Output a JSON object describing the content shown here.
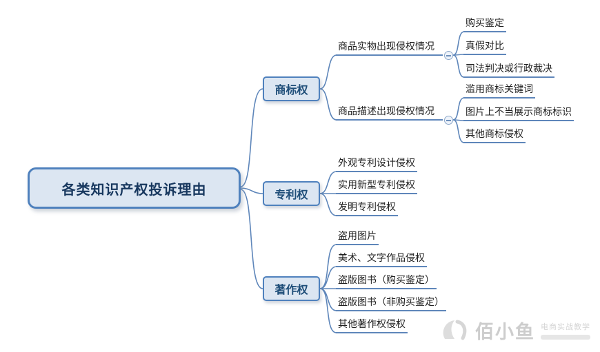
{
  "root": {
    "label": "各类知识产权投诉理由"
  },
  "branches": [
    {
      "label": "商标权",
      "children": [
        {
          "label": "商品实物出现侵权情况",
          "children": [
            {
              "label": "购买鉴定"
            },
            {
              "label": "真假对比"
            },
            {
              "label": "司法判决或行政裁决"
            }
          ]
        },
        {
          "label": "商品描述出现侵权情况",
          "children": [
            {
              "label": "滥用商标关键词"
            },
            {
              "label": "图片上不当展示商标标识"
            },
            {
              "label": "其他商标侵权"
            }
          ]
        }
      ]
    },
    {
      "label": "专利权",
      "children": [
        {
          "label": "外观专利设计侵权"
        },
        {
          "label": "实用新型专利侵权"
        },
        {
          "label": "发明专利侵权"
        }
      ]
    },
    {
      "label": "著作权",
      "children": [
        {
          "label": "盗用图片"
        },
        {
          "label": "美术、文字作品侵权"
        },
        {
          "label": "盗版图书（购买鉴定）"
        },
        {
          "label": "盗版图书（非购买鉴定）"
        },
        {
          "label": "其他著作权侵权"
        }
      ]
    }
  ],
  "watermark": {
    "brand": "佰小鱼",
    "tagline": "电商实战教学"
  },
  "colors": {
    "connector": "#5e86ba",
    "node_border": "#4f81bd",
    "node_fill": "#dce6f2",
    "root_text": "#17375e",
    "leaf_text": "#1f1f1f",
    "watermark": "#cdcdcd"
  }
}
